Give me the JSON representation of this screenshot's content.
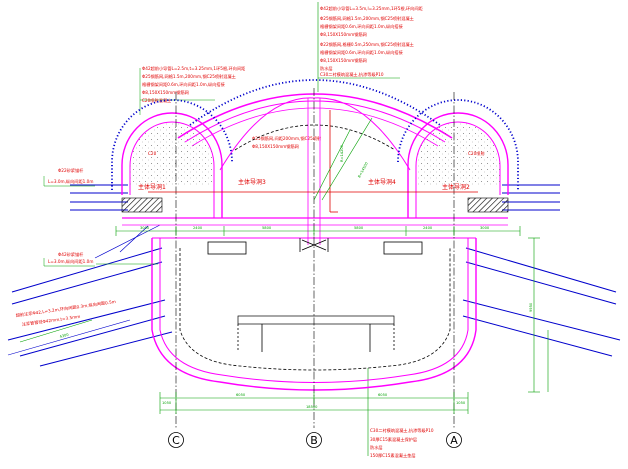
{
  "notes": {
    "top_right": [
      "Φ42超前小导管L=3.5m,l=3.25mm,1环5根,环向间距",
      "Φ25钢筋网,网格1.5m,200mm,钢C25喷射混凝土",
      "格栅钢架间距0.6m,环向间距1.0m,纵向搭接",
      "Φ8,150X150mm钢筋网",
      "Φ22钢筋网,格栅0.5m,250mm,钢C25喷射混凝土",
      "格栅钢架间距0.6m,环向间距1.0m,纵向搭接",
      "Φ8,150X150mm钢筋网",
      "防水层",
      "C30二衬模筑混凝土,抗渗等级P10"
    ],
    "top_left": [
      "Φ42超前小导管L=2.5m,t=3.25mm,1环5根,环向间距",
      "Φ25钢筋网,网格1.5m,200mm,钢C25喷射混凝土",
      "格栅钢架间距0.6m,环向间距1.0m,纵向搭接",
      "Φ8,150X150mm钢筋网",
      "C20喷射混凝土"
    ],
    "middle": [
      "Φ25钢筋网,间距200mm,钢C25喷射",
      "Φ8,150X150mm钢筋网"
    ],
    "left_upper": [
      "Φ22砂浆锚杆",
      "L=3.0m,纵向间距1.0m"
    ],
    "left_lower": [
      "Φ42砂浆锚杆",
      "L=3.0m,纵向间距1.0m"
    ],
    "left_bolts": [
      "超前注浆Φ42,L=3.2m,环向间距0.3m,纵向间距0.5m",
      "注浆管管径Φ42mm,t=3.5mm"
    ],
    "bottom_center": [
      "C30二衬模筑混凝土,抗渗等级P10",
      "30厚C15素混凝土保护层",
      "防水层",
      "150厚C15素混凝土垫层"
    ]
  },
  "labels": {
    "pilot_1": "主体导洞1",
    "pilot_2": "主体导洞2",
    "pilot_3": "主体导洞3",
    "pilot_4": "主体导洞4",
    "radius_1": "R=14200",
    "radius_2": "R=14500",
    "c20": "C20",
    "c20_right": "C20喷射"
  },
  "dims": {
    "top_row": [
      "3000",
      "2400",
      "5800",
      "5800",
      "2400",
      "3000"
    ],
    "bottom_inner": [
      "6050",
      "6050"
    ],
    "bottom_total": "18500",
    "bottom_small": [
      "1050",
      "1050"
    ],
    "right_height": "9950",
    "left_vert": "4300"
  },
  "axes": [
    "C",
    "B",
    "A"
  ],
  "colors": {
    "lining": "#ff00ff",
    "dimension": "#00a000",
    "bolt": "#0000cc",
    "annotation": "#e00000",
    "structure": "#000000"
  }
}
